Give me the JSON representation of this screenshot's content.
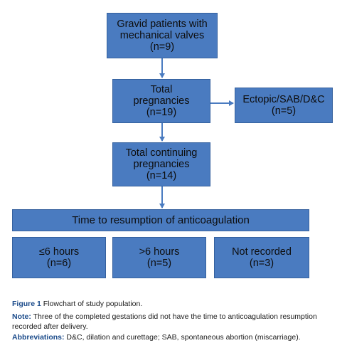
{
  "boxes": {
    "gravid": {
      "line1": "Gravid patients with",
      "line2": "mechanical valves",
      "line3": "(n=9)"
    },
    "total_pregnancies": {
      "line1": "Total",
      "line2": "pregnancies",
      "line3": "(n=19)"
    },
    "ectopic": {
      "line1": "Ectopic/SAB/D&C",
      "line2": "(n=5)"
    },
    "continuing": {
      "line1": "Total continuing",
      "line2": "pregnancies",
      "line3": "(n=14)"
    },
    "time_header": {
      "text": "Time to resumption of anticoagulation"
    },
    "le6": {
      "line1": "≤6 hours",
      "line2": "(n=6)"
    },
    "gt6": {
      "line1": ">6 hours",
      "line2": "(n=5)"
    },
    "not_recorded": {
      "line1": "Not recorded",
      "line2": "(n=3)"
    }
  },
  "caption": {
    "figure_label": "Figure 1",
    "figure_text": " Flowchart of study population.",
    "note_label": "Note:",
    "note_text": " Three of the completed gestations did not have the time to anticoagulation resumption recorded after delivery.",
    "abbrev_label": "Abbreviations:",
    "abbrev_text": " D&C, dilation and curettage; SAB, spontaneous abortion (miscarriage)."
  },
  "colors": {
    "box_fill": "#4a7bc0",
    "arrow": "#4a7bc0",
    "caption_label": "#1a4a8a"
  }
}
